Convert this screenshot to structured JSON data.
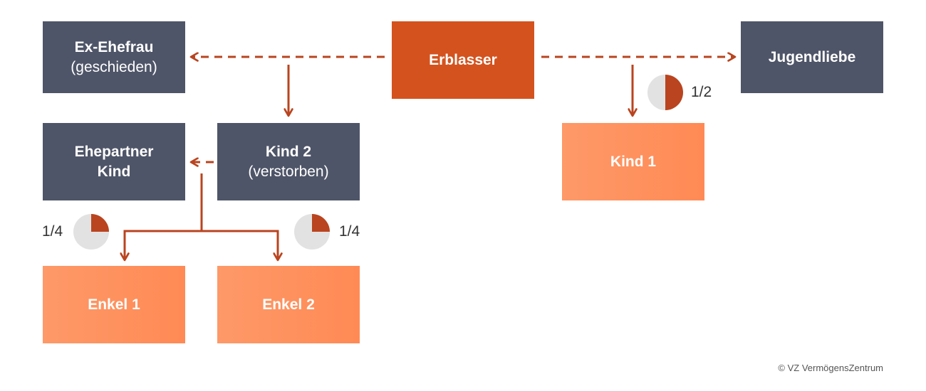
{
  "nodes": {
    "erblasser": {
      "title": "Erblasser",
      "sub": ""
    },
    "exehefrau": {
      "title": "Ex-Ehefrau",
      "sub": "(geschieden)"
    },
    "jugendliebe": {
      "title": "Jugendliebe",
      "sub": ""
    },
    "kind2": {
      "title": "Kind 2",
      "sub": "(verstorben)"
    },
    "ehepartner": {
      "title": "Ehepartner",
      "sub": "Kind"
    },
    "kind1": {
      "title": "Kind 1",
      "sub": ""
    },
    "enkel1": {
      "title": "Enkel 1",
      "sub": ""
    },
    "enkel2": {
      "title": "Enkel 2",
      "sub": ""
    }
  },
  "shares": {
    "kind1": {
      "label": "1/2",
      "fraction": 0.5
    },
    "enkel1": {
      "label": "1/4",
      "fraction": 0.25
    },
    "enkel2": {
      "label": "1/4",
      "fraction": 0.25
    }
  },
  "colors": {
    "accent": "#d4521e",
    "line": "#b9441f",
    "dark_box": "#4f5568",
    "heir_box": "#ff8a55",
    "pie_background": "#e2e2e2",
    "pie_fill": "#b9441f"
  },
  "footer": {
    "copyright": "© VZ VermögensZentrum"
  }
}
